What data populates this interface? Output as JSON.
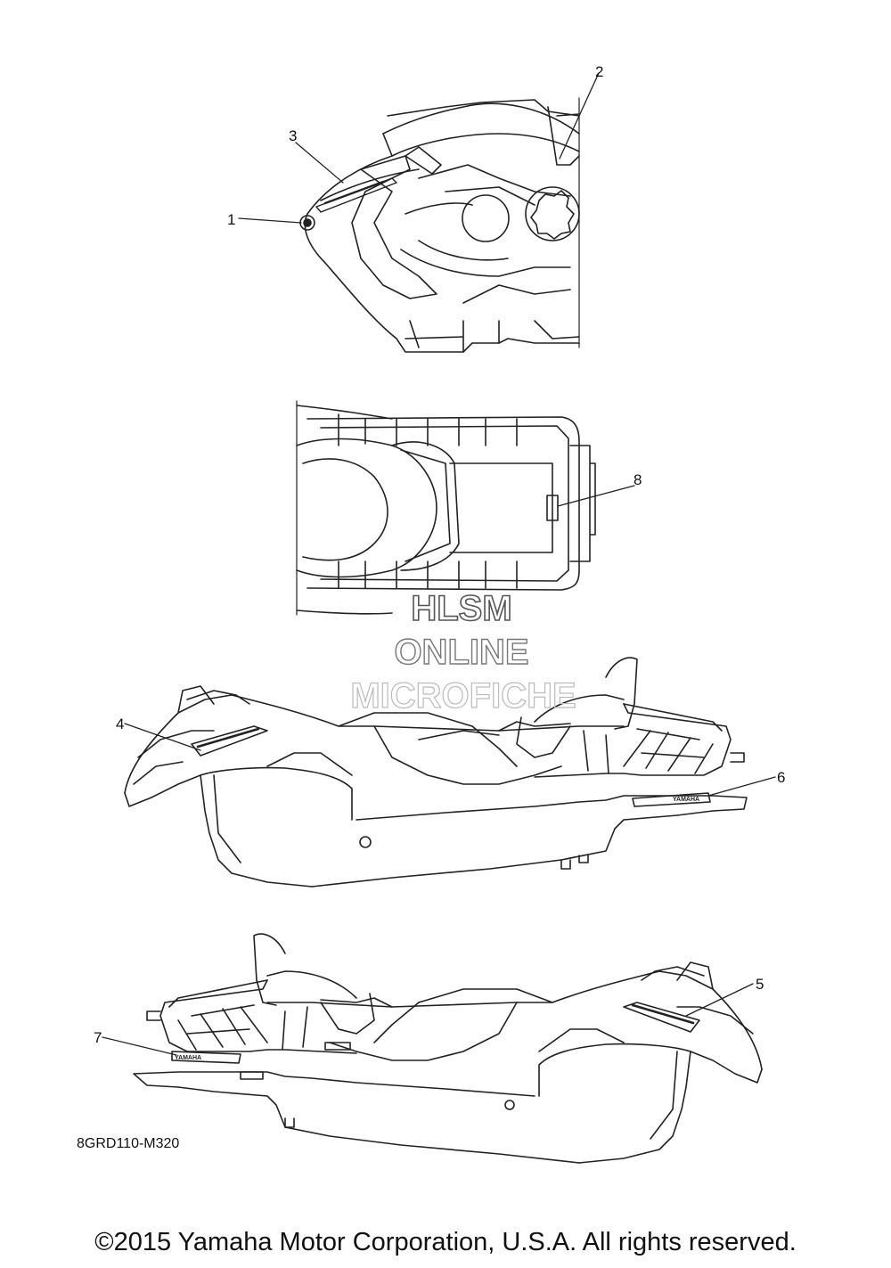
{
  "callouts": [
    "1",
    "2",
    "3",
    "4",
    "5",
    "6",
    "7",
    "8"
  ],
  "diagram_code": "8GRD110-M320",
  "watermark": {
    "line1": "HLSM",
    "line2": "ONLINE",
    "line3": "MICROFICHE"
  },
  "decal_text": {
    "yamaha": "YAMAHA"
  },
  "copyright": "©2015 Yamaha Motor Corporation, U.S.A. All rights reserved.",
  "colors": {
    "line": "#222222",
    "watermark": "#555555",
    "watermark_light": "#bbbbbb"
  }
}
